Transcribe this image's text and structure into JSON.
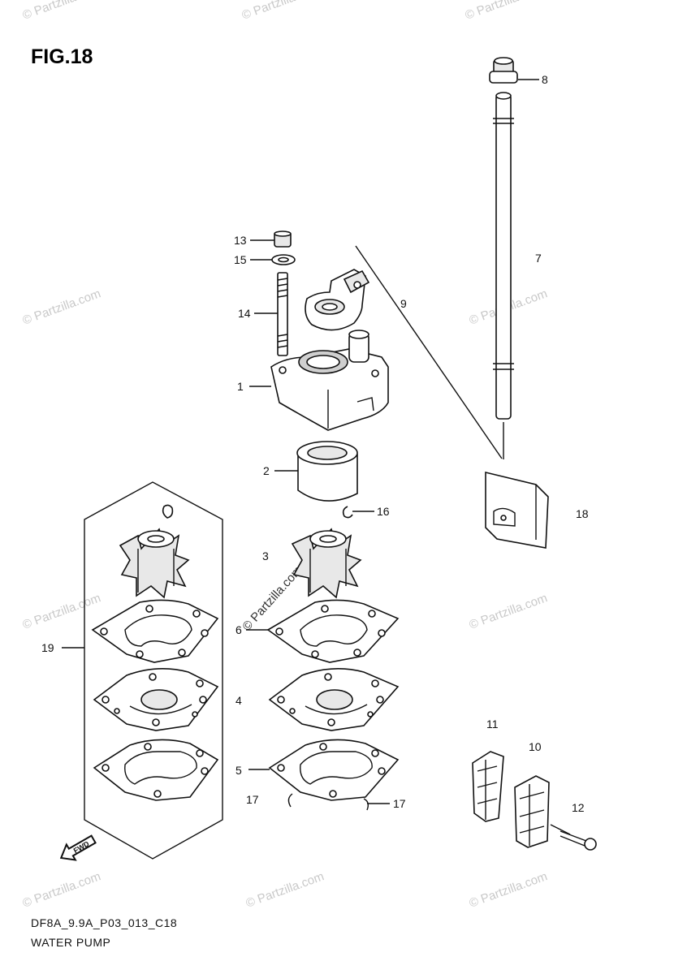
{
  "figure": {
    "title": "FIG.18",
    "code": "DF8A_9.9A_P03_013_C18",
    "name": "WATER PUMP"
  },
  "watermark": "© Partzilla.com",
  "fwd_label": "FWD",
  "callouts": {
    "c1": "1",
    "c2": "2",
    "c3": "3",
    "c4": "4",
    "c5": "5",
    "c6": "6",
    "c7": "7",
    "c8": "8",
    "c9": "9",
    "c10": "10",
    "c11": "11",
    "c12": "12",
    "c13": "13",
    "c14": "14",
    "c15": "15",
    "c16": "16",
    "c17a": "17",
    "c17b": "17",
    "c18": "18",
    "c19": "19"
  },
  "icons": {
    "impeller": "impeller-icon",
    "gasket": "gasket-icon",
    "plate": "plate-icon",
    "pump-case": "pump-case-icon",
    "water-tube": "water-tube-icon",
    "grommet": "grommet-icon",
    "bolt": "bolt-icon",
    "clamp": "clamp-icon",
    "fwd-arrow": "fwd-arrow-icon"
  }
}
